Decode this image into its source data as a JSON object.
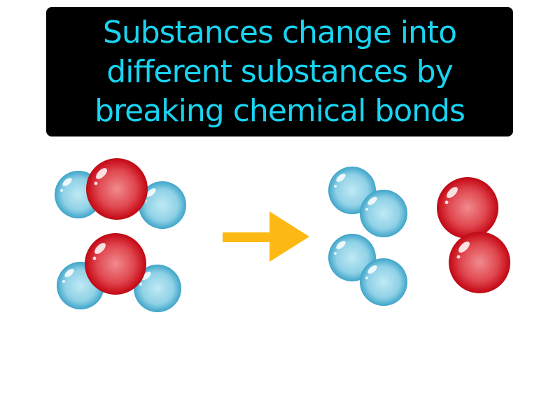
{
  "title": {
    "lines": [
      "Substances change into",
      "different substances by",
      "breaking chemical bonds"
    ],
    "text_color": "#19d3f0",
    "background": "#000000"
  },
  "diagram": {
    "reactants": [
      {
        "molecule": "water",
        "atoms": [
          "H",
          "O",
          "H"
        ]
      },
      {
        "molecule": "water",
        "atoms": [
          "H",
          "O",
          "H"
        ]
      }
    ],
    "arrow": {
      "direction": "right",
      "color": "#fdb913"
    },
    "products": [
      {
        "molecule": "hydrogen",
        "atoms": [
          "H",
          "H"
        ]
      },
      {
        "molecule": "hydrogen",
        "atoms": [
          "H",
          "H"
        ]
      },
      {
        "molecule": "oxygen",
        "atoms": [
          "O",
          "O"
        ]
      }
    ],
    "colors": {
      "hydrogen": "#4ab3d6",
      "oxygen": "#d0121c"
    }
  }
}
